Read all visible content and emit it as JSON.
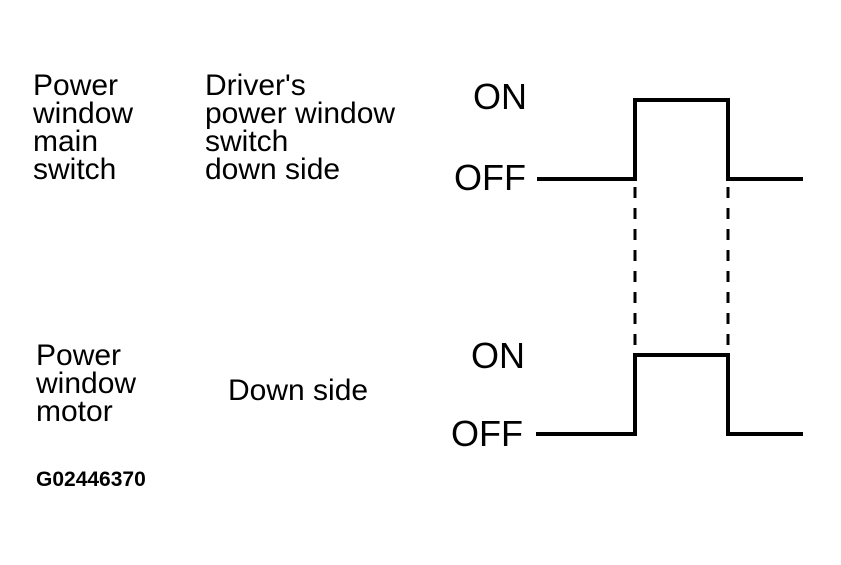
{
  "figure_id": "G02446370",
  "labels": {
    "power_window_main_switch": "Power\nwindow\nmain\nswitch",
    "drivers_power_window_switch_down_side": "Driver's\npower window\nswitch\ndown side",
    "power_window_motor": "Power\nwindow\nmotor",
    "down_side": "Down side"
  },
  "signals": [
    {
      "source": "Power window main switch",
      "channel": "Driver's power window switch down side",
      "on_label": "ON",
      "off_label": "OFF",
      "state_sequence": [
        "OFF",
        "ON",
        "OFF"
      ]
    },
    {
      "source": "Power window motor",
      "channel": "Down side",
      "on_label": "ON",
      "off_label": "OFF",
      "state_sequence": [
        "OFF",
        "ON",
        "OFF"
      ]
    }
  ],
  "sync": {
    "description": "Dashed vertical lines link the rising and falling edges of the switch pulse to the motor pulse",
    "edge_count": 2
  },
  "colors": {
    "background": "#ffffff",
    "line": "#000000",
    "text": "#000000"
  }
}
